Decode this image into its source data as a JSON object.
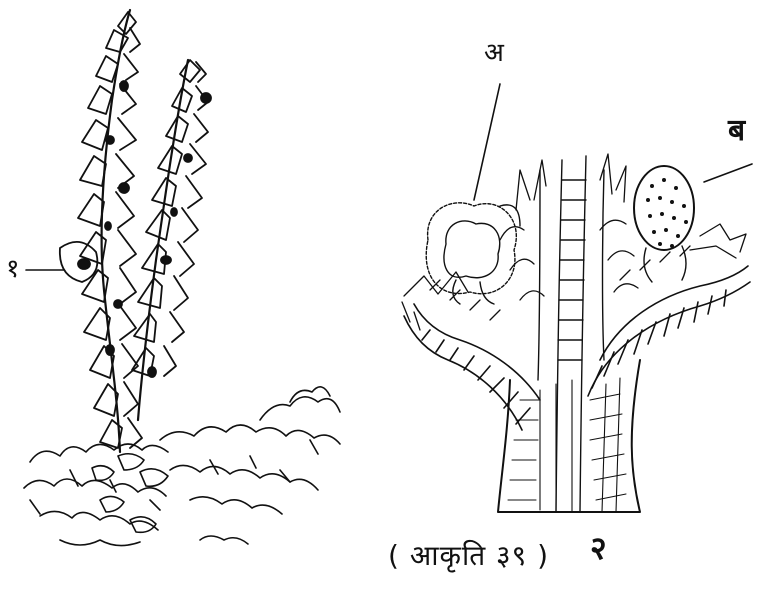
{
  "figure": {
    "caption": "( आकृति ३९ )",
    "labels": {
      "left_plant_marker": "१",
      "part_a": "अ",
      "part_b": "ब",
      "section_number": "२"
    }
  },
  "colors": {
    "ink": "#111111",
    "paper": "#ffffff"
  }
}
